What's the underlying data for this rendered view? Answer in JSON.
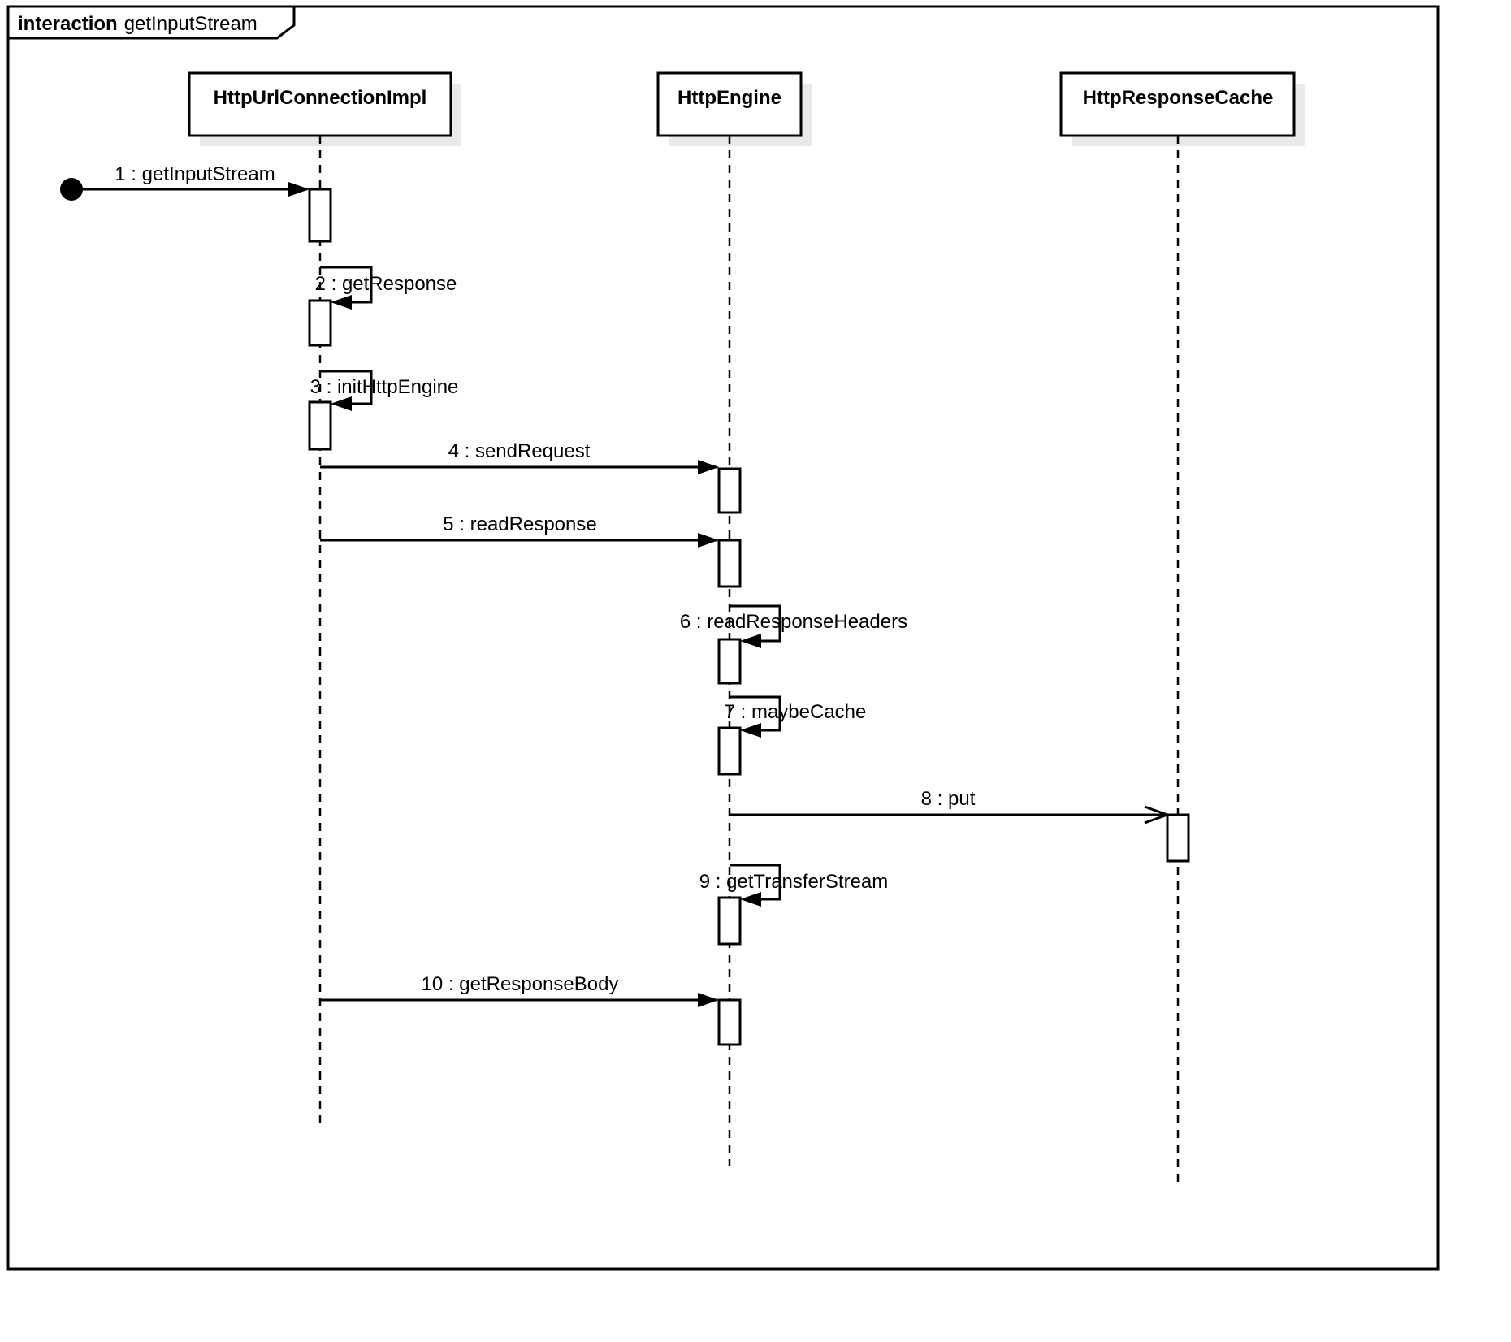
{
  "frame": {
    "keyword": "interaction",
    "name": "getInputStream"
  },
  "lifelines": [
    {
      "label": "HttpUrlConnectionImpl"
    },
    {
      "label": "HttpEngine"
    },
    {
      "label": "HttpResponseCache"
    }
  ],
  "messages": [
    {
      "label": "1 : getInputStream",
      "type": "sync",
      "from": "start-node",
      "to": "HttpUrlConnectionImpl"
    },
    {
      "label": "2 : getResponse",
      "type": "self",
      "lifeline": "HttpUrlConnectionImpl"
    },
    {
      "label": "3 : initHttpEngine",
      "type": "self",
      "lifeline": "HttpUrlConnectionImpl"
    },
    {
      "label": "4 : sendRequest",
      "type": "sync",
      "from": "HttpUrlConnectionImpl",
      "to": "HttpEngine"
    },
    {
      "label": "5 : readResponse",
      "type": "sync",
      "from": "HttpUrlConnectionImpl",
      "to": "HttpEngine"
    },
    {
      "label": "6 : readResponseHeaders",
      "type": "self",
      "lifeline": "HttpEngine"
    },
    {
      "label": "7 : maybeCache",
      "type": "self",
      "lifeline": "HttpEngine"
    },
    {
      "label": "8 : put",
      "type": "async",
      "from": "HttpEngine",
      "to": "HttpResponseCache"
    },
    {
      "label": "9 : getTransferStream",
      "type": "self",
      "lifeline": "HttpEngine"
    },
    {
      "label": "10 : getResponseBody",
      "type": "sync",
      "from": "HttpUrlConnectionImpl",
      "to": "HttpEngine"
    }
  ],
  "colors": {
    "line": "#000000",
    "fill": "#ffffff",
    "shadow": "#e9e9e9"
  }
}
